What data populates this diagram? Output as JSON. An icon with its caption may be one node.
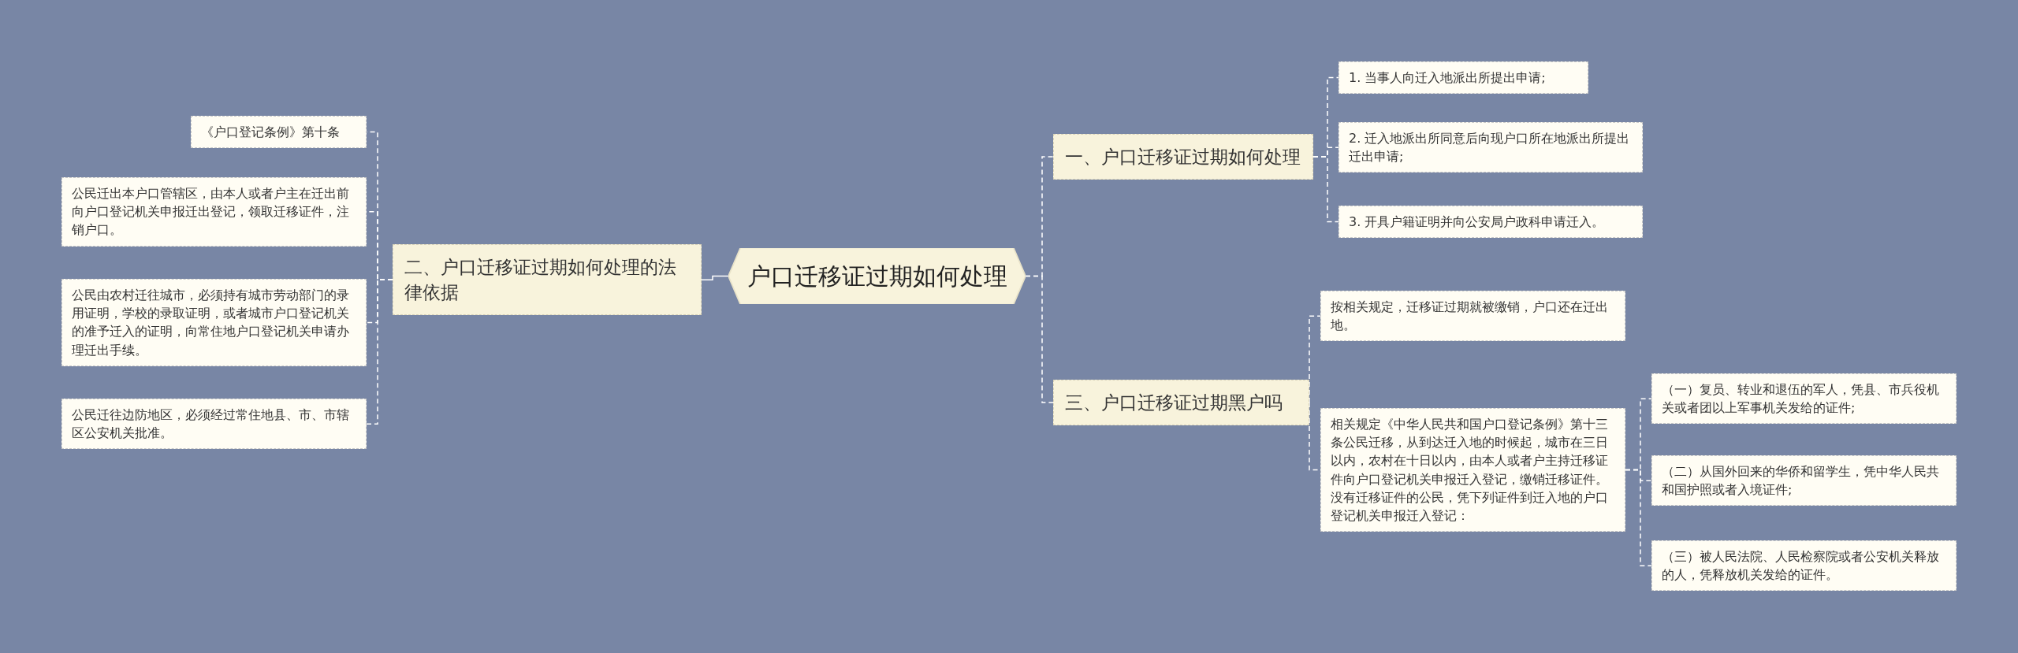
{
  "diagram": {
    "nodes": [
      {
        "text": [
          "户口迁移证过期如何处理"
        ]
      },
      {
        "text": [
          "一、户口迁移证过期如何处理"
        ]
      },
      {
        "text": [
          "1. 当事人向迁入地派出所提出申请;"
        ]
      },
      {
        "text": [
          "2. 迁入地派出所同意后向现户口所在地派出所提出迁出申请;"
        ]
      },
      {
        "text": [
          "3. 开具户籍证明并向公安局户政科申请迁入。"
        ]
      },
      {
        "text": [
          "三、户口迁移证过期黑户吗"
        ]
      },
      {
        "text": [
          "按相关规定，迁移证过期就被缴销，户口还在迁出地。"
        ]
      },
      {
        "text": [
          "相关规定《中华人民共和国户口登记条例》第十三条公民迁移，从到达迁入地的时候起，城市在三日以内，农村在十日以内，由本人或者户主持迁移证件向户口登记机关申报迁入登记，缴销迁移证件。没有迁移证件的公民，凭下列证件到迁入地的户口登记机关申报迁入登记："
        ]
      },
      {
        "text": [
          "（一）复员、转业和退伍的军人，凭县、市兵役机关或者团以上军事机关发给的证件;"
        ]
      },
      {
        "text": [
          "（二）从国外回来的华侨和留学生，凭中华人民共和国护照或者入境证件;"
        ]
      },
      {
        "text": [
          "（三）被人民法院、人民检察院或者公安机关释放的人，凭释放机关发给的证件。"
        ]
      },
      {
        "text": [
          "二、户口迁移证过期如何处理的法律依据"
        ]
      },
      {
        "text": [
          "《户口登记条例》第十条"
        ]
      },
      {
        "text": [
          "公民迁出本户口管辖区，由本人或者户主在迁出前向户口登记机关申报迁出登记，领取迁移证件，注销户口。"
        ]
      },
      {
        "text": [
          "公民由农村迁往城市，必须持有城市劳动部门的录用证明，学校的录取证明，或者城市户口登记机关的准予迁入的证明，向常住地户口登记机关申请办理迁出手续。"
        ]
      },
      {
        "text": [
          "公民迁往边防地区，必须经过常住地县、市、市辖区公安机关批准。"
        ]
      }
    ],
    "edges": [
      {
        "from": 0,
        "to": 1,
        "arrow": "none",
        "style": "dashed"
      },
      {
        "from": 1,
        "to": 2,
        "arrow": "none",
        "style": "dashed"
      },
      {
        "from": 1,
        "to": 3,
        "arrow": "none",
        "style": "dashed"
      },
      {
        "from": 1,
        "to": 4,
        "arrow": "none",
        "style": "dashed"
      },
      {
        "from": 0,
        "to": 5,
        "arrow": "none",
        "style": "dashed"
      },
      {
        "from": 5,
        "to": 6,
        "arrow": "none",
        "style": "dashed"
      },
      {
        "from": 5,
        "to": 7,
        "arrow": "none",
        "style": "dashed"
      },
      {
        "from": 7,
        "to": 8,
        "arrow": "none",
        "style": "dashed"
      },
      {
        "from": 7,
        "to": 9,
        "arrow": "none",
        "style": "dashed"
      },
      {
        "from": 7,
        "to": 10,
        "arrow": "none",
        "style": "dashed"
      },
      {
        "from": 0,
        "to": 11,
        "arrow": "none"
      },
      {
        "from": 11,
        "to": 12,
        "arrow": "none",
        "style": "dashed"
      },
      {
        "from": 11,
        "to": 13,
        "arrow": "none",
        "style": "dashed"
      },
      {
        "from": 11,
        "to": 14,
        "arrow": "none",
        "style": "dashed"
      },
      {
        "from": 11,
        "to": 15,
        "arrow": "none",
        "style": "dashed"
      }
    ]
  }
}
